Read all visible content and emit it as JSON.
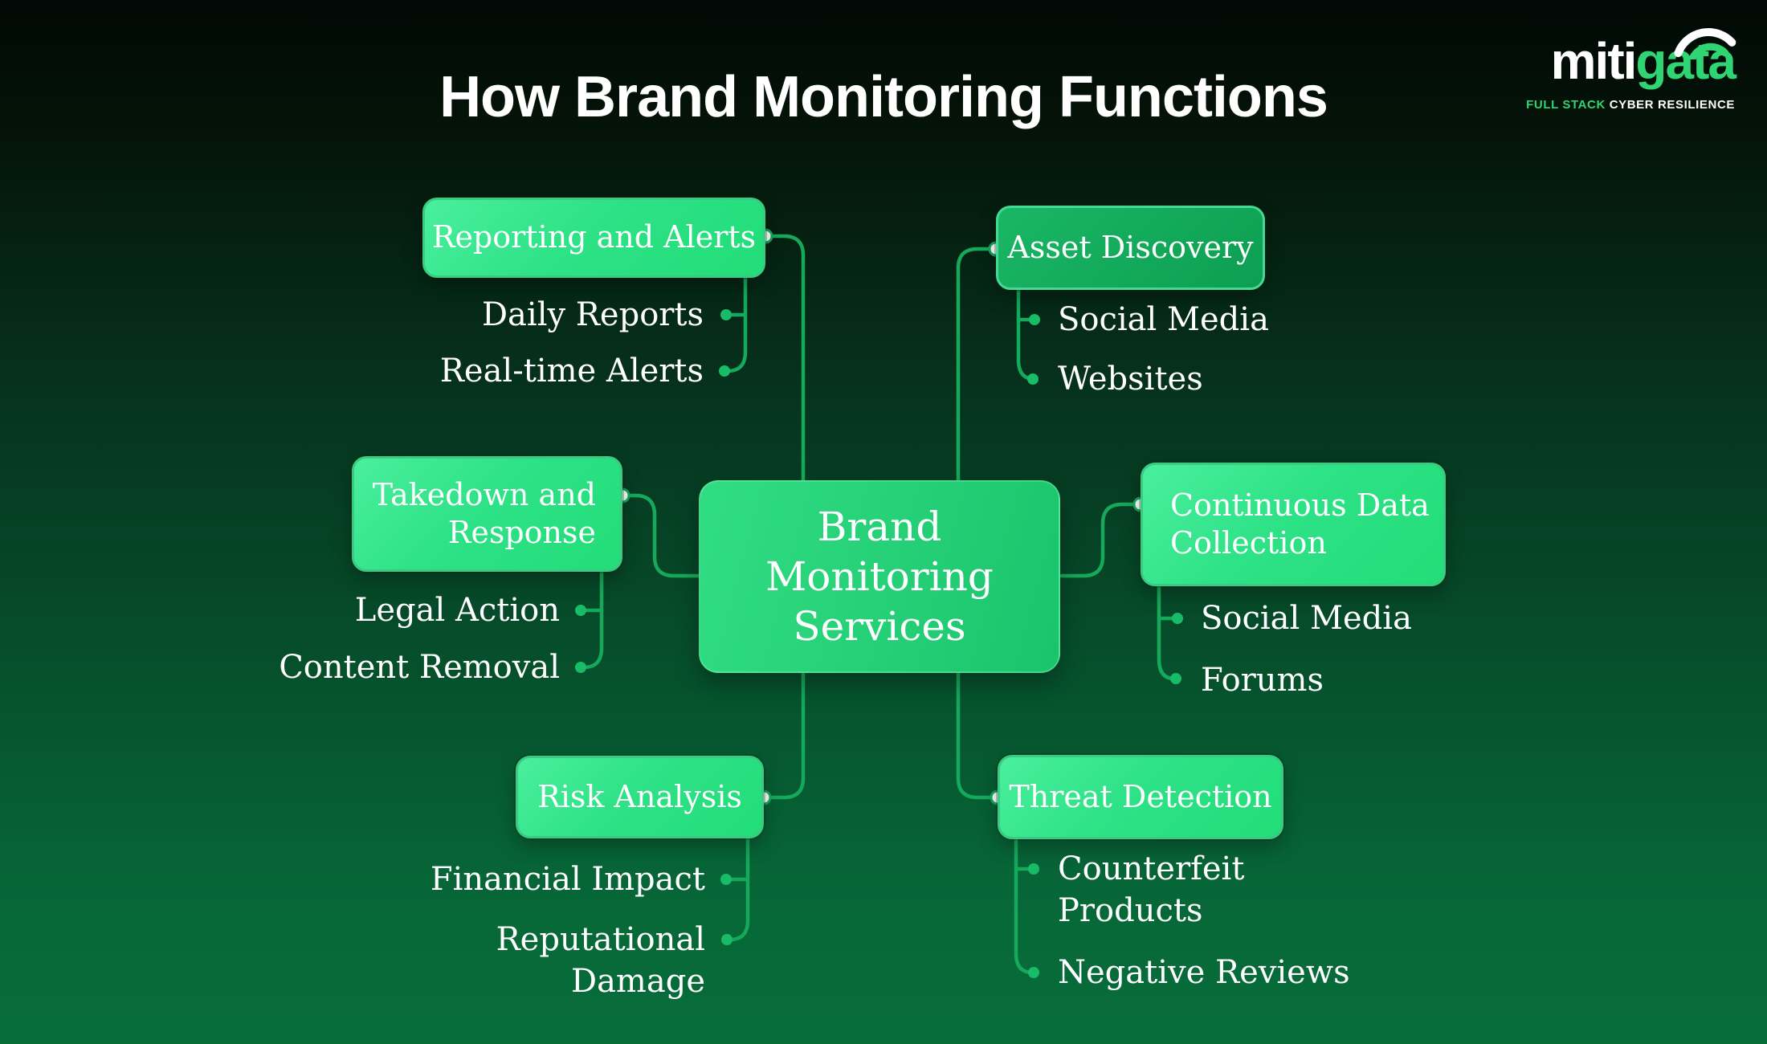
{
  "title": "How Brand Monitoring Functions",
  "logo": {
    "part1": "miti",
    "part2": "gata",
    "tagline_accent": "FULL STACK",
    "tagline_rest": " CYBER RESILIENCE"
  },
  "center": {
    "label": "Brand\nMonitoring\nServices"
  },
  "branches": [
    {
      "id": "reporting-and-alerts",
      "label": "Reporting and Alerts",
      "children": [
        "Daily Reports",
        "Real-time Alerts"
      ]
    },
    {
      "id": "asset-discovery",
      "label": "Asset Discovery",
      "children": [
        "Social Media",
        "Websites"
      ]
    },
    {
      "id": "takedown-and-response",
      "label": "Takedown and\nResponse",
      "children": [
        "Legal Action",
        "Content Removal"
      ]
    },
    {
      "id": "continuous-data-collection",
      "label": "Continuous Data\nCollection",
      "children": [
        "Social Media",
        "Forums"
      ]
    },
    {
      "id": "risk-analysis",
      "label": "Risk Analysis",
      "children": [
        "Financial Impact",
        "Reputational\nDamage"
      ]
    },
    {
      "id": "threat-detection",
      "label": "Threat Detection",
      "children": [
        "Counterfeit\nProducts",
        "Negative Reviews"
      ]
    }
  ],
  "colors": {
    "background_bottom": "#076e3a",
    "node_bright": "#2ee287",
    "node_dark": "#0d9e52",
    "node_central": "#1ac46c",
    "connector": "#15a95b",
    "logo_green": "#2fd573",
    "text": "#ffffff"
  }
}
